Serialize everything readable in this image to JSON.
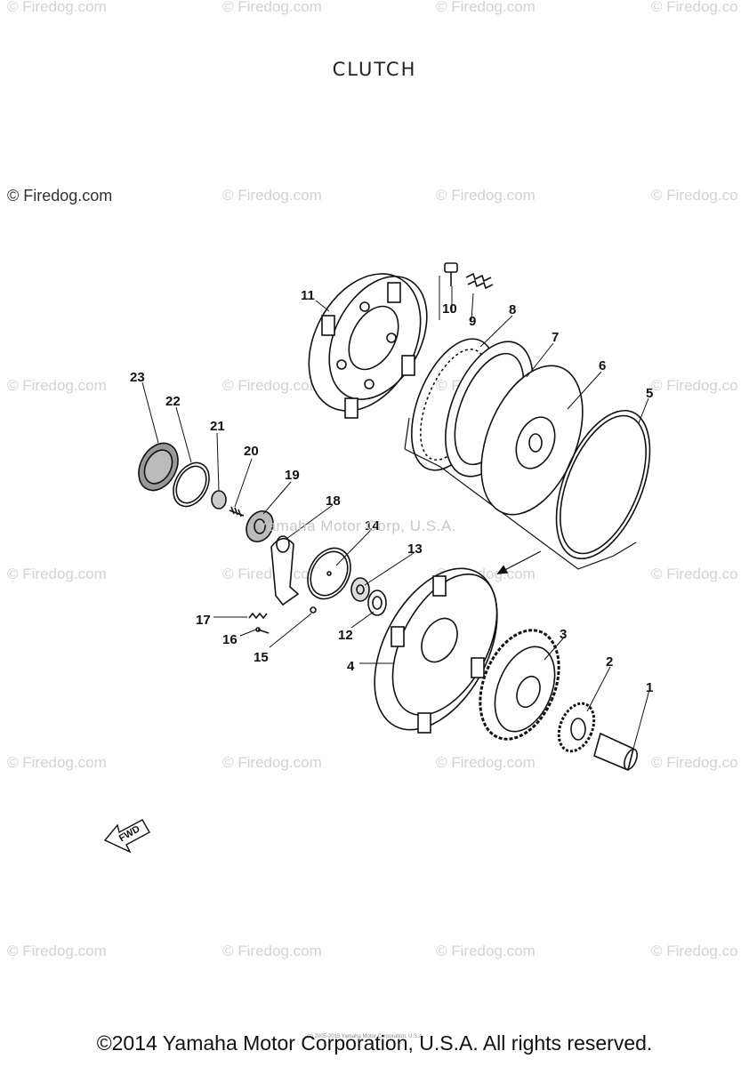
{
  "title": "CLUTCH",
  "watermark_text": "© Firedog.com",
  "watermark_partial": "© Firedog.co",
  "overlay_text": "Yamaha Motor Corp, U.S.A.",
  "fwd_label": "FWD",
  "footer": "©2014 Yamaha Motor Corporation, U.S.A. All rights reserved.",
  "footer_small": "(c) 2005-2015 Yamaha Motor Corporation, U.S.A.",
  "part_labels": [
    "1",
    "2",
    "3",
    "4",
    "5",
    "6",
    "7",
    "8",
    "9",
    "10",
    "11",
    "12",
    "13",
    "14",
    "15",
    "16",
    "17",
    "18",
    "19",
    "20",
    "21",
    "22",
    "23"
  ]
}
